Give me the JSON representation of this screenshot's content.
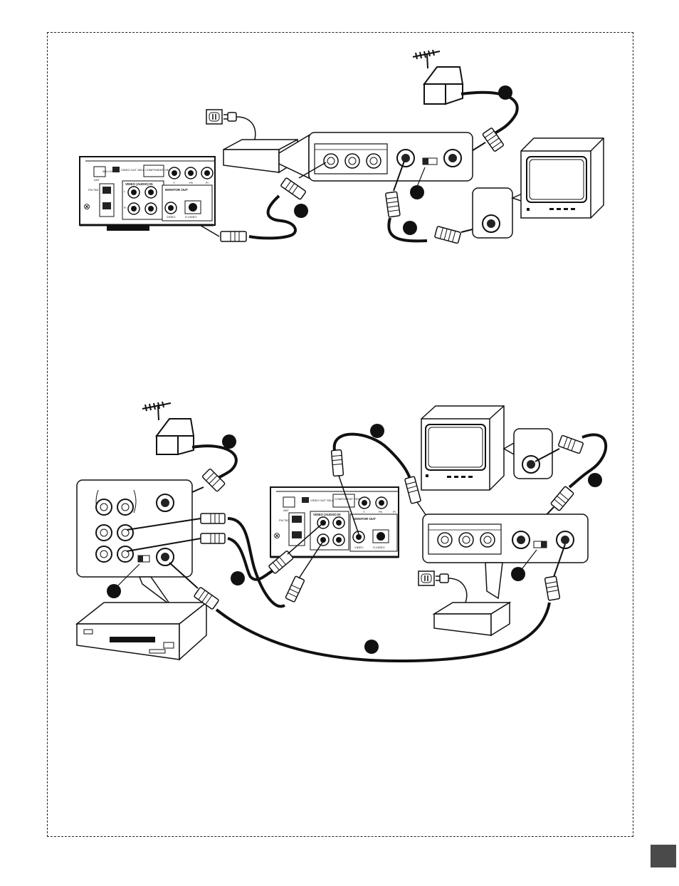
{
  "figure_top": {
    "unit_labels": {
      "am_loop": "AM LOOP",
      "ant": "ANT",
      "fm_75": "FM 75Ω",
      "component_video_out": "COMPONENT VIDEO OUT",
      "video_out_select": "VIDEO OUT SELECT",
      "y": "Y",
      "pb": "Pb",
      "pr": "Pr",
      "video_audio_in": "VIDEO (AUDIO) IN",
      "l": "L",
      "r": "R",
      "monitor_out": "MONITOR OUT",
      "video": "VIDEO",
      "s_video": "S-VIDEO"
    }
  },
  "figure_bottom": {
    "unit_labels": {
      "ant": "ANT",
      "fm_75": "FM 75Ω",
      "component_video_out": "COMPONENT VIDEO OUT",
      "video_out_select": "VIDEO OUT SELECT",
      "y": "Y",
      "pb": "Pb",
      "pr": "Pr",
      "video_audio_in": "VIDEO (AUDIO) IN",
      "monitor_out": "MONITOR OUT",
      "video": "VIDEO",
      "s_video": "S-VIDEO"
    }
  },
  "icons": [
    "antenna-icon",
    "house-icon",
    "power-outlet-icon",
    "power-plug-icon",
    "tv-icon",
    "vcr-icon",
    "cable-box-icon",
    "rca-plug-icon",
    "coax-plug-icon"
  ]
}
